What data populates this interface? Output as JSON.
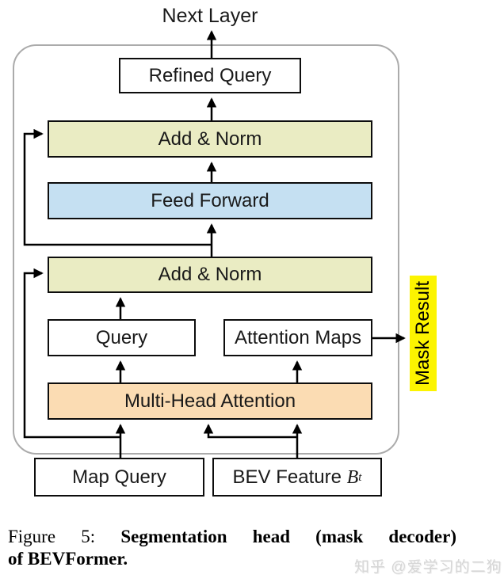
{
  "diagram": {
    "next_layer_label": "Next Layer",
    "boxes": {
      "refined_query": "Refined Query",
      "add_norm_top": "Add & Norm",
      "feed_forward": "Feed Forward",
      "add_norm_mid": "Add & Norm",
      "query": "Query",
      "attention_maps": "Attention Maps",
      "multi_head_attention": "Multi-Head Attention",
      "map_query": "Map Query",
      "bev_feature_prefix": "BEV Feature ",
      "bev_feature_var": "B",
      "bev_feature_sub": "t",
      "mask_result": "Mask Result"
    },
    "colors": {
      "add_norm_fill": "#EAECC3",
      "feed_forward_fill": "#C5E0F2",
      "multi_head_attention_fill": "#FBDCB3",
      "mask_result_highlight": "#FCF400",
      "box_border": "#0d0d0d",
      "container_border": "#ababab",
      "arrow": "#000000"
    }
  },
  "caption": {
    "figure_label": "Figure 5:",
    "title_line1": "Segmentation head (mask decoder)",
    "title_line2": "of BEVFormer."
  },
  "watermark": "知乎 @爱学习的二狗"
}
